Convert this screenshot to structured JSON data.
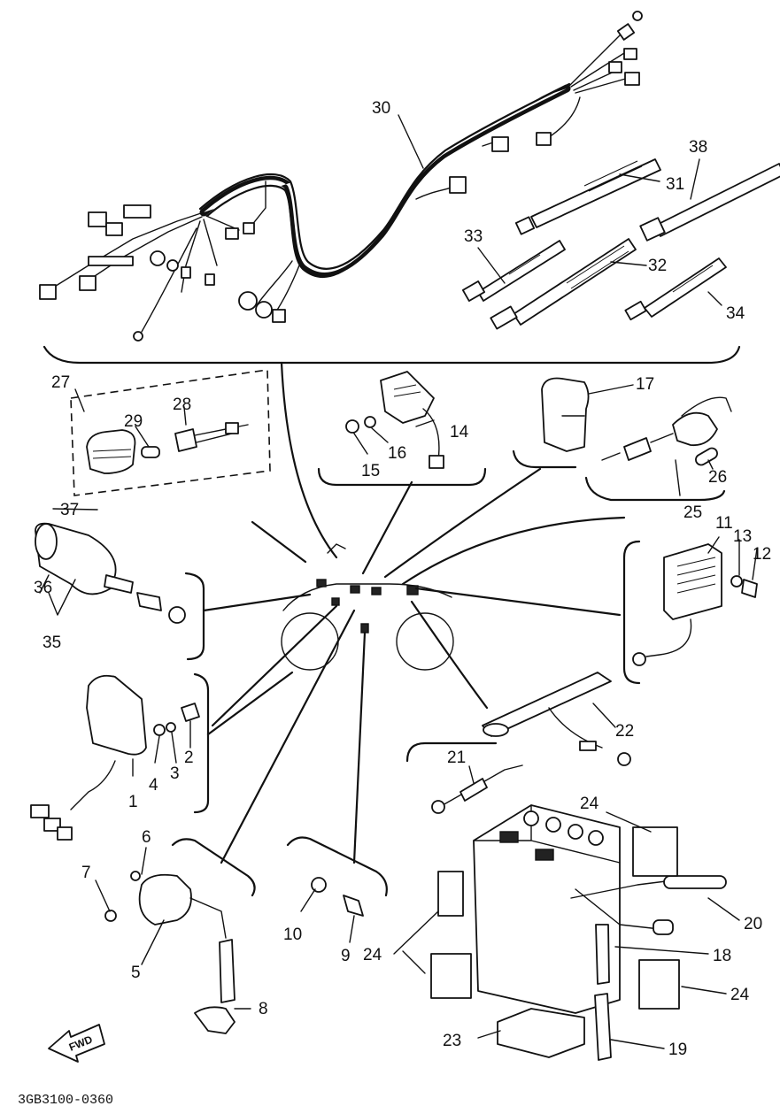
{
  "callouts": {
    "c1": "1",
    "c2": "2",
    "c3": "3",
    "c4": "4",
    "c5": "5",
    "c6": "6",
    "c7": "7",
    "c8": "8",
    "c9": "9",
    "c10": "10",
    "c11": "11",
    "c12": "12",
    "c13": "13",
    "c14": "14",
    "c15": "15",
    "c16": "16",
    "c17": "17",
    "c18": "18",
    "c19": "19",
    "c20": "20",
    "c21": "21",
    "c22": "22",
    "c23": "23",
    "c24a": "24",
    "c24b": "24",
    "c24c": "24",
    "c25": "25",
    "c26": "26",
    "c27": "27",
    "c28": "28",
    "c29": "29",
    "c30": "30",
    "c31": "31",
    "c32": "32",
    "c33": "33",
    "c34": "34",
    "c35": "35",
    "c36": "36",
    "c37": "37",
    "c38": "38"
  },
  "direction_label": "FWD",
  "drawing_code": "3GB3100-0360"
}
